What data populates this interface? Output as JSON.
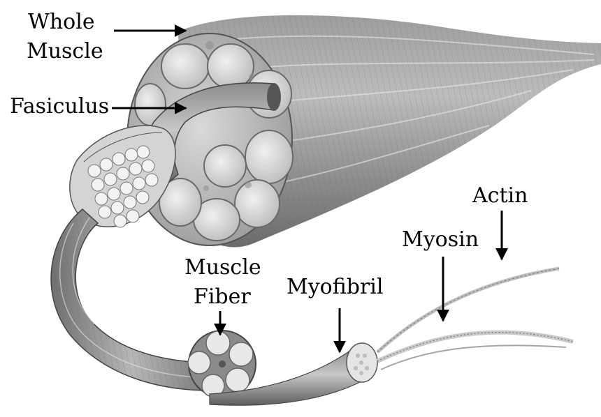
{
  "labels": {
    "whole_muscle": [
      "Whole",
      "Muscle"
    ],
    "fasiculus": "Fasiculus",
    "muscle_fiber": [
      "Muscle",
      "Fiber"
    ],
    "myofibril": "Myofibril",
    "myosin": "Myosin",
    "actin": "Actin"
  },
  "colors": {
    "background": "#ffffff",
    "text": "#000000",
    "arrow": "#000000",
    "tissue_light": "#e6e6e6",
    "tissue_mid": "#9a9a9a",
    "tissue_dark": "#4a4a4a"
  }
}
